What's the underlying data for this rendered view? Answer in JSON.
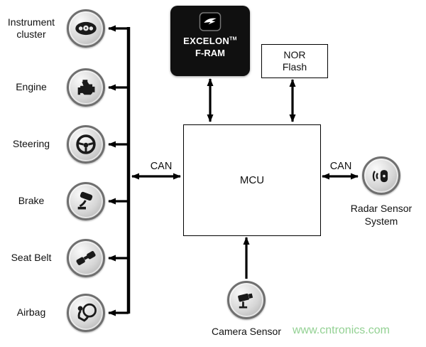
{
  "left_nodes": [
    {
      "label": "Instrument cluster",
      "icon": "instrument-cluster-icon"
    },
    {
      "label": "Engine",
      "icon": "engine-icon"
    },
    {
      "label": "Steering",
      "icon": "steering-icon"
    },
    {
      "label": "Brake",
      "icon": "brake-icon"
    },
    {
      "label": "Seat Belt",
      "icon": "seat-belt-icon"
    },
    {
      "label": "Airbag",
      "icon": "airbag-icon"
    }
  ],
  "bus": {
    "protocol_left": "CAN",
    "protocol_right": "CAN"
  },
  "memory": {
    "fram": {
      "brand": "EXCELON",
      "tm": "TM",
      "product": "F-RAM"
    },
    "nor": {
      "line1": "NOR",
      "line2": "Flash"
    }
  },
  "mcu": {
    "label": "MCU"
  },
  "radar": {
    "label": "Radar Sensor System"
  },
  "camera": {
    "label": "Camera Sensor"
  },
  "watermark": {
    "text": "www.cntronics.com",
    "color": "#93d193"
  },
  "colors": {
    "chip_bg": "#101010",
    "line": "#000000",
    "icon_ring": "#6f6f6f"
  }
}
